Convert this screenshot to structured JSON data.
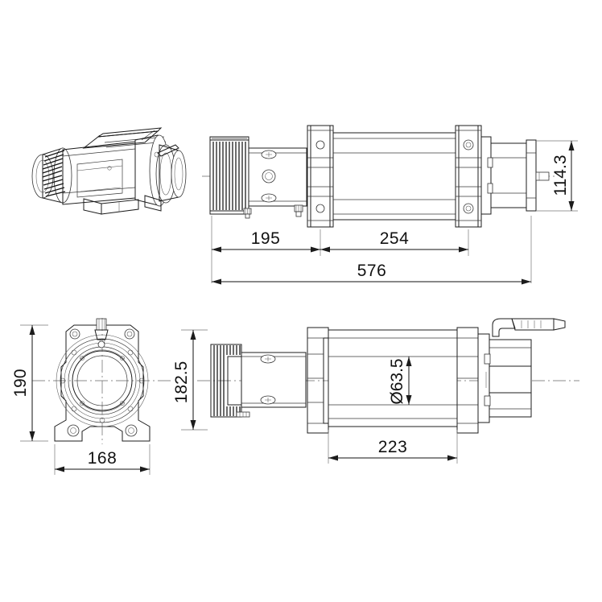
{
  "drawing": {
    "title": "Winch dimensional drawing",
    "background_color": "#ffffff",
    "line_color": "#1c1c1c",
    "text_color": "#111111",
    "units": "mm"
  },
  "views": {
    "isometric": {
      "name": "isometric-product-view",
      "label": ""
    },
    "top_plan": {
      "name": "top-plan-view",
      "label": ""
    },
    "end_view": {
      "name": "left-end-view",
      "label": ""
    },
    "front_view": {
      "name": "front-elevation-view",
      "label": ""
    }
  },
  "dimensions": {
    "top_view": [
      {
        "id": "dim-195",
        "value": "195",
        "orientation": "horizontal"
      },
      {
        "id": "dim-254",
        "value": "254",
        "orientation": "horizontal"
      },
      {
        "id": "dim-576",
        "value": "576",
        "orientation": "horizontal"
      },
      {
        "id": "dim-114-3",
        "value": "114.3",
        "orientation": "vertical"
      }
    ],
    "end_view": [
      {
        "id": "dim-190",
        "value": "190",
        "orientation": "vertical"
      },
      {
        "id": "dim-168",
        "value": "168",
        "orientation": "horizontal"
      }
    ],
    "front_view": [
      {
        "id": "dim-182-5",
        "value": "182.5",
        "orientation": "vertical"
      },
      {
        "id": "dim-63-5",
        "value": "Ø63.5",
        "orientation": "vertical"
      },
      {
        "id": "dim-223",
        "value": "223",
        "orientation": "horizontal"
      }
    ]
  }
}
